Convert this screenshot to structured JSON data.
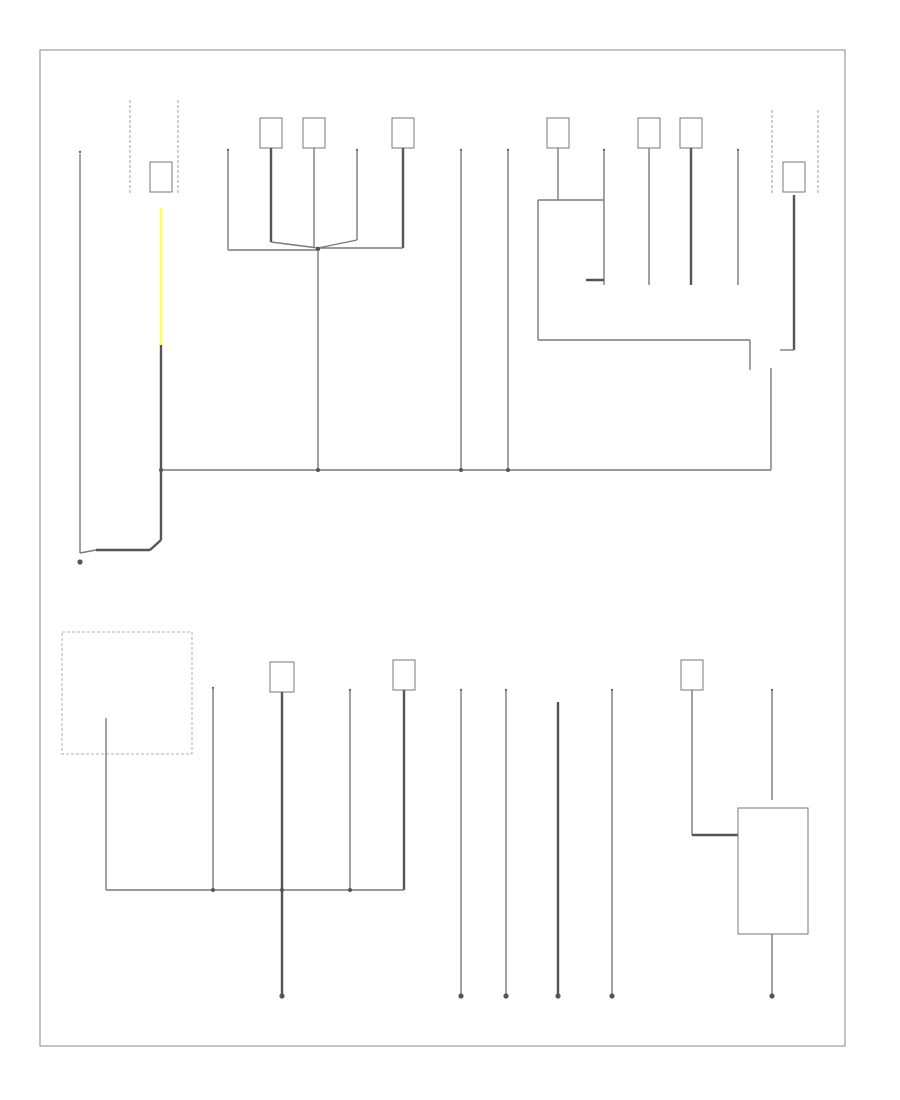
{
  "figure_code": "",
  "top_components": [
    {
      "id": "t1",
      "label": "",
      "pin": "",
      "wire": ""
    },
    {
      "id": "t2",
      "label": "",
      "pin": "",
      "wire": ""
    },
    {
      "id": "t3",
      "label": "",
      "pin": "",
      "wire": ""
    },
    {
      "id": "t4",
      "label": "",
      "pin": "",
      "wire": ""
    },
    {
      "id": "t5",
      "label": "",
      "pin": "",
      "wire": ""
    },
    {
      "id": "t6",
      "label": "",
      "pin": "",
      "wire": ""
    },
    {
      "id": "t7",
      "label": "",
      "pin": "",
      "wire": ""
    },
    {
      "id": "t8",
      "label": "",
      "pin": "",
      "wire": ""
    },
    {
      "id": "t9",
      "label": "",
      "pin": "",
      "wire": ""
    },
    {
      "id": "t10",
      "label": "",
      "pin": "",
      "wire": ""
    },
    {
      "id": "t11",
      "label": "",
      "pin": "",
      "wire": ""
    },
    {
      "id": "t12",
      "label": "",
      "pin": "",
      "wire": ""
    },
    {
      "id": "t13",
      "label": "",
      "pin": "",
      "wire": ""
    },
    {
      "id": "t14",
      "label": "",
      "pin": "",
      "wire": ""
    },
    {
      "id": "t15",
      "label": "",
      "pin": "",
      "wire": ""
    }
  ],
  "bottom_components": [
    {
      "id": "b1",
      "label": "",
      "pin": "",
      "wire": ""
    },
    {
      "id": "b2",
      "label": "",
      "pin": "",
      "wire": ""
    },
    {
      "id": "b3",
      "label": "",
      "pin": "",
      "wire": ""
    },
    {
      "id": "b4",
      "label": "",
      "pin": "",
      "wire": ""
    },
    {
      "id": "b5",
      "label": "",
      "pin": "",
      "wire": ""
    },
    {
      "id": "b6",
      "label": "",
      "pin": "",
      "wire": ""
    },
    {
      "id": "b7",
      "label": "",
      "pin": "",
      "wire": ""
    },
    {
      "id": "b8",
      "label": "",
      "pin": "",
      "wire": ""
    },
    {
      "id": "b9",
      "label": "",
      "pin": "",
      "wire": ""
    },
    {
      "id": "b10",
      "label": "",
      "pin": "",
      "wire": ""
    },
    {
      "id": "b11",
      "label": "",
      "pin": "",
      "wire": ""
    },
    {
      "id": "b12",
      "label": "",
      "pin": "",
      "wire": ""
    }
  ],
  "splices": [
    {
      "id": "s1",
      "label": ""
    },
    {
      "id": "s2",
      "label": ""
    },
    {
      "id": "s3",
      "label": ""
    },
    {
      "id": "s4",
      "label": ""
    },
    {
      "id": "s5",
      "label": ""
    }
  ],
  "notes": [
    "",
    ""
  ],
  "ground_labels": [
    "",
    ""
  ],
  "colors": {
    "wire": "#7a7a7a",
    "highlight": "#ffff66",
    "frame": "#888888"
  }
}
